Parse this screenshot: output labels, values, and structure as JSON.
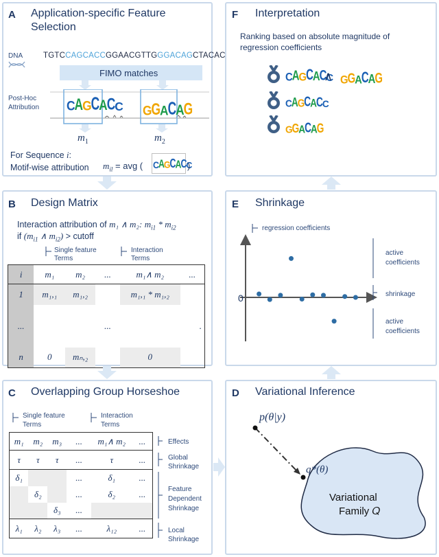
{
  "panels": {
    "a": {
      "letter": "A",
      "title_line1": "Application-specific Feature",
      "title_line2": "Selection",
      "dna_label": "DNA",
      "dna_seq": [
        {
          "text": "TGTC",
          "color": "#1f2a44"
        },
        {
          "text": "CAGCACC",
          "color": "#4da3d9"
        },
        {
          "text": "GGAACGTTG",
          "color": "#1f2a44"
        },
        {
          "text": "GGACAG",
          "color": "#4da3d9"
        },
        {
          "text": "CTACAC",
          "color": "#1f2a44"
        }
      ],
      "fimo_label": "FIMO matches",
      "posthoc_label_line1": "Post-Hoc",
      "posthoc_label_line2": "Attribution",
      "motif1_logo": "CAGCACC",
      "motif2_logo": "GGACAG",
      "m1_label": "m",
      "m1_sub": "1",
      "m2_label": "m",
      "m2_sub": "2",
      "seq_line1_prefix": "For Sequence ",
      "seq_line1_var": "i",
      "seq_line1_suffix": ":",
      "seq_line2": "Motif-wise attribution",
      "formula_lhs": "m",
      "formula_sub": "il",
      "formula_eq": " = avg (",
      "formula_logo": "CAGCACC",
      "formula_close": ")"
    },
    "b": {
      "letter": "B",
      "title": "Design Matrix",
      "line1_text": "Interaction attribution of",
      "line1_math": "m₁ ∧ m₂:",
      "line1_math2": "m",
      "line1_sub2": "i1",
      "line1_star": " * m",
      "line1_sub3": "i2",
      "line2_text": "if",
      "line2_math": "(m",
      "line2_sub1": "i1",
      "line2_and": " ∧ m",
      "line2_sub2": "i2",
      "line2_close": ")",
      "line2_cutoff": " > cutoff",
      "single_label_1": "Single feature",
      "single_label_2": "Terms",
      "inter_label_1": "Interaction",
      "inter_label_2": "Terms",
      "header": [
        "i",
        "m₁",
        "m₂",
        "...",
        "m₁∧ m₂",
        "..."
      ],
      "row1": [
        "1",
        "m₁,₁",
        "m₁,₂",
        "",
        "m₁,₁ * m₁,₂",
        ""
      ],
      "row2": [
        "...",
        "",
        "",
        "...",
        "",
        "."
      ],
      "row3": [
        "n",
        "0",
        "mₙ,₂",
        "",
        "0",
        ""
      ]
    },
    "c": {
      "letter": "C",
      "title": "Overlapping Group Horseshoe",
      "single_label_1": "Single feature",
      "single_label_2": "Terms",
      "inter_label_1": "Interaction",
      "inter_label_2": "Terms",
      "row_effects": [
        "m₁",
        "m₂",
        "m₃",
        "...",
        "m₁∧ m₂",
        "..."
      ],
      "row_global": [
        "τ",
        "τ",
        "τ",
        "...",
        "τ",
        "..."
      ],
      "row_feat1": [
        "δ₁",
        "",
        "",
        "...",
        "δ₁",
        "..."
      ],
      "row_feat2": [
        "",
        "δ₂",
        "",
        "...",
        "δ₂",
        "..."
      ],
      "row_feat3": [
        "",
        "",
        "δ₃",
        "...",
        "",
        ""
      ],
      "row_local": [
        "λ₁",
        "λ₂",
        "λ₃",
        "...",
        "λ₁₂",
        "..."
      ],
      "label_effects": "Effects",
      "label_global_1": "Global",
      "label_global_2": "Shrinkage",
      "label_feat_1": "Feature",
      "label_feat_2": "Dependent",
      "label_feat_3": "Shrinkage",
      "label_local_1": "Local",
      "label_local_2": "Shrinkage"
    },
    "d": {
      "letter": "D",
      "title": "Variational Inference",
      "posterior": "p(θ|y)",
      "q_star": "q*(θ)",
      "family_line1": "Variational",
      "family_line2": "Family 𝑄"
    },
    "e": {
      "letter": "E",
      "title": "Shrinkage",
      "legend": "regression coefficients",
      "zero": "0",
      "active1_line1": "active",
      "active1_line2": "coefficients",
      "shrink_label": "shrinkage",
      "active2_line1": "active",
      "active2_line2": "coefficients",
      "chart_data": {
        "type": "scatter",
        "title": "",
        "points": [
          {
            "x": 1,
            "y": 0.08
          },
          {
            "x": 2,
            "y": -0.05
          },
          {
            "x": 3,
            "y": 0.05
          },
          {
            "x": 4,
            "y": 0.9
          },
          {
            "x": 5,
            "y": -0.04
          },
          {
            "x": 6,
            "y": 0.06
          },
          {
            "x": 7,
            "y": 0.05
          },
          {
            "x": 8,
            "y": -0.55
          },
          {
            "x": 9,
            "y": 0.02
          },
          {
            "x": 10,
            "y": 0.0
          }
        ],
        "xlim": [
          0,
          11
        ],
        "ylim": [
          -1.05,
          1.05
        ],
        "point_color": "#2e6da4"
      }
    },
    "f": {
      "letter": "F",
      "title": "Interpretation",
      "desc_line1": "Ranking based on absolute magnitude of",
      "desc_line2": "regression coefficients",
      "rank1_logo1": "CAGCACC",
      "rank1_and": "∧",
      "rank1_logo2": "GGACAG",
      "rank2_logo": "CAGCACC",
      "rank3_logo": "GGACAG"
    }
  },
  "colors": {
    "panel_border": "#c9d8ea",
    "arrow_fill": "#dbe8f5",
    "accent_blue": "#4da3d9",
    "text_dark": "#1f3864",
    "cell_gray": "#e8e8e8",
    "logo_A": "#1e9b4b",
    "logo_C": "#1a5fb4",
    "logo_G": "#f0a500",
    "logo_T": "#d22b2b",
    "medal": "#3f5f86"
  }
}
